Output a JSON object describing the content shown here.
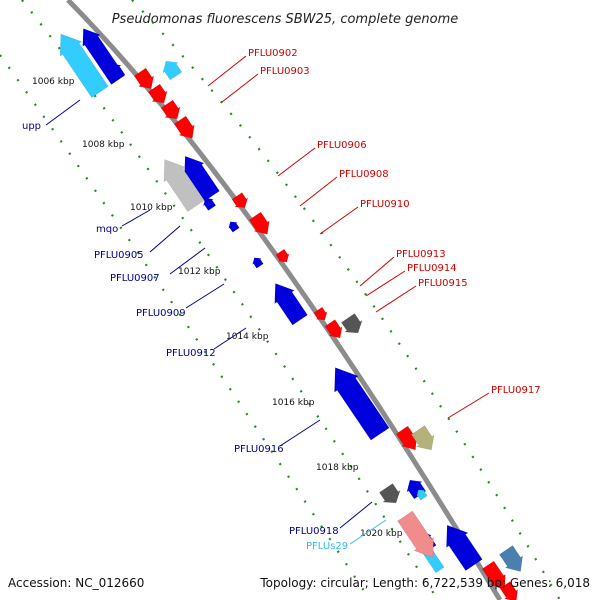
{
  "title": "Pseudomonas fluorescens SBW25, complete genome",
  "footer": {
    "accession": "Accession: NC_012660",
    "summary": "Topology: circular; Length: 6,722,539 bp; Genes: 6,018"
  },
  "colors": {
    "backbone": "#8c8c8c",
    "forward": "#ff0000",
    "reverse": "#0000dd",
    "rna": "#33ccff",
    "pseudo": "#c0c0c0",
    "grey_gene": "#555555",
    "khaki_gene": "#b5b17a",
    "pink_gene": "#f08c8c",
    "steel_gene": "#4a7fb0",
    "tick_dots": "#228b22"
  },
  "ticks": [
    {
      "label": "1006 kbp"
    },
    {
      "label": "1008 kbp"
    },
    {
      "label": "1010 kbp"
    },
    {
      "label": "1012 kbp"
    },
    {
      "label": "1014 kbp"
    },
    {
      "label": "1016 kbp"
    },
    {
      "label": "1018 kbp"
    },
    {
      "label": "1020 kbp"
    }
  ],
  "gene_labels": [
    {
      "text": "upp",
      "color": "#00008b"
    },
    {
      "text": "mqo",
      "color": "#00008b"
    },
    {
      "text": "PFLU0905",
      "color": "#00008b"
    },
    {
      "text": "PFLU0907",
      "color": "#00008b"
    },
    {
      "text": "PFLU0909",
      "color": "#00008b"
    },
    {
      "text": "PFLU0912",
      "color": "#00008b"
    },
    {
      "text": "PFLU0916",
      "color": "#00008b"
    },
    {
      "text": "PFLU0918",
      "color": "#00008b"
    },
    {
      "text": "PFLUs29",
      "color": "#33bbee"
    },
    {
      "text": "PFLU0902",
      "color": "#cc0000"
    },
    {
      "text": "PFLU0903",
      "color": "#cc0000"
    },
    {
      "text": "PFLU0906",
      "color": "#cc0000"
    },
    {
      "text": "PFLU0908",
      "color": "#cc0000"
    },
    {
      "text": "PFLU0910",
      "color": "#cc0000"
    },
    {
      "text": "PFLU0913",
      "color": "#cc0000"
    },
    {
      "text": "PFLU0914",
      "color": "#cc0000"
    },
    {
      "text": "PFLU0915",
      "color": "#cc0000"
    },
    {
      "text": "PFLU0917",
      "color": "#cc0000"
    }
  ]
}
